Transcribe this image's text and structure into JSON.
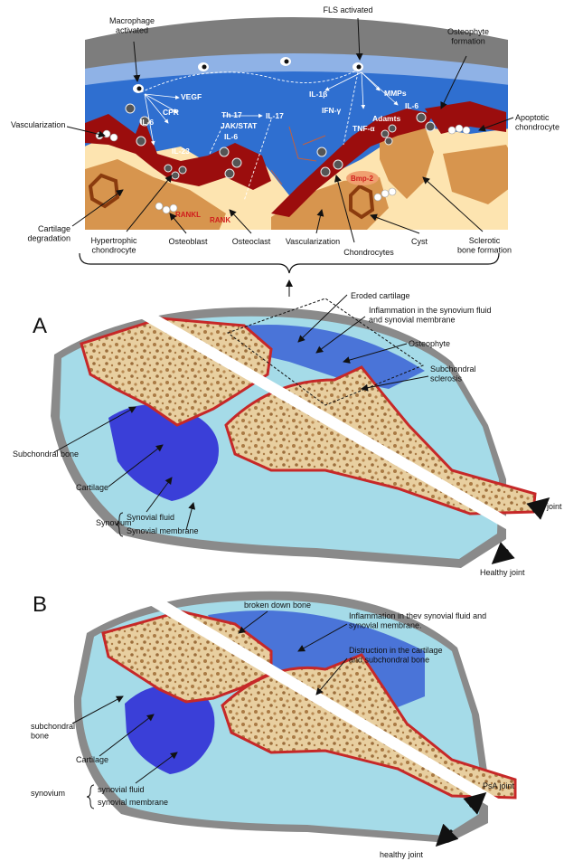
{
  "top_panel": {
    "labels": {
      "macrophage": "Macrophage\nactivated",
      "fls": "FLS activated",
      "osteophyte_formation": "Osteophyte\nformation",
      "apoptotic": "Apoptotic\nchondrocyte",
      "vascularization_left": "Vascularization",
      "cartilage_degradation": "Cartilage\ndegradation",
      "hypertrophic": "Hypertrophic\nchondrocyte",
      "osteoblast": "Osteoblast",
      "osteoclast": "Osteoclast",
      "vascularization_mid": "Vascularization",
      "chondrocytes": "Chondrocytes",
      "cyst": "Cyst",
      "sclerotic": "Sclerotic\nbone formation"
    },
    "cytokines": {
      "vegf": "VEGF",
      "cpr": "CPR",
      "il6_a": "IL-6",
      "th17": "Th-17",
      "il17": "IL-17",
      "jak": "JAK/STAT",
      "il6_b": "IL-6",
      "il23": "IL-23",
      "rankl": "RANKL",
      "rank": "RANK",
      "il1b": "IL-1β",
      "mmps": "MMPs",
      "ifn": "IFN-γ",
      "il6_c": "IL-6",
      "tnf": "TNF-α",
      "adamts": "Adamts",
      "bmp2": "Bmp-2"
    }
  },
  "panel_a": {
    "letter": "A",
    "labels": {
      "eroded": "Eroded cartilage",
      "inflammation": "Inflammation in the synovium fluid\nand synovial membrane",
      "osteophyte": "Osteophyte",
      "sclerosis": "Subchondral\nsclerosis",
      "subchondral": "Subchondral bone",
      "cartilage": "Cartilage",
      "synovium": "Synovium",
      "fluid": "Synovial fluid",
      "membrane": "Synovial membrane",
      "oa_joint": "OA joint",
      "healthy": "Healthy joint"
    }
  },
  "panel_b": {
    "letter": "B",
    "labels": {
      "broken": "broken down bone",
      "inflammation": "Inflammation in thev synovial fluid and\nsynovial membrane.",
      "destruction": "Distruction in the cartilage\nand subchondral bone",
      "subchondral": "subchondral\nbone",
      "cartilage": "Cartilage",
      "synovium": "synovium",
      "fluid": "synovial fluid",
      "membrane": "synovial membrane",
      "psa_joint": "PsA joint",
      "healthy": "healthy joint"
    }
  },
  "colors": {
    "bone_grey": "#7d7d7d",
    "light_blue": "#8fb2e6",
    "royal_blue": "#2f6fd0",
    "dark_red": "#9b0d0d",
    "tan": "#d7954e",
    "cream": "#fde4b0",
    "synovium_cyan": "#a5dbe8",
    "fluid_blue": "#3a3fd8",
    "inflamed_blue": "#4a74d8",
    "bone_fill": "#efdcbc",
    "trabecular": "#a97a44"
  }
}
